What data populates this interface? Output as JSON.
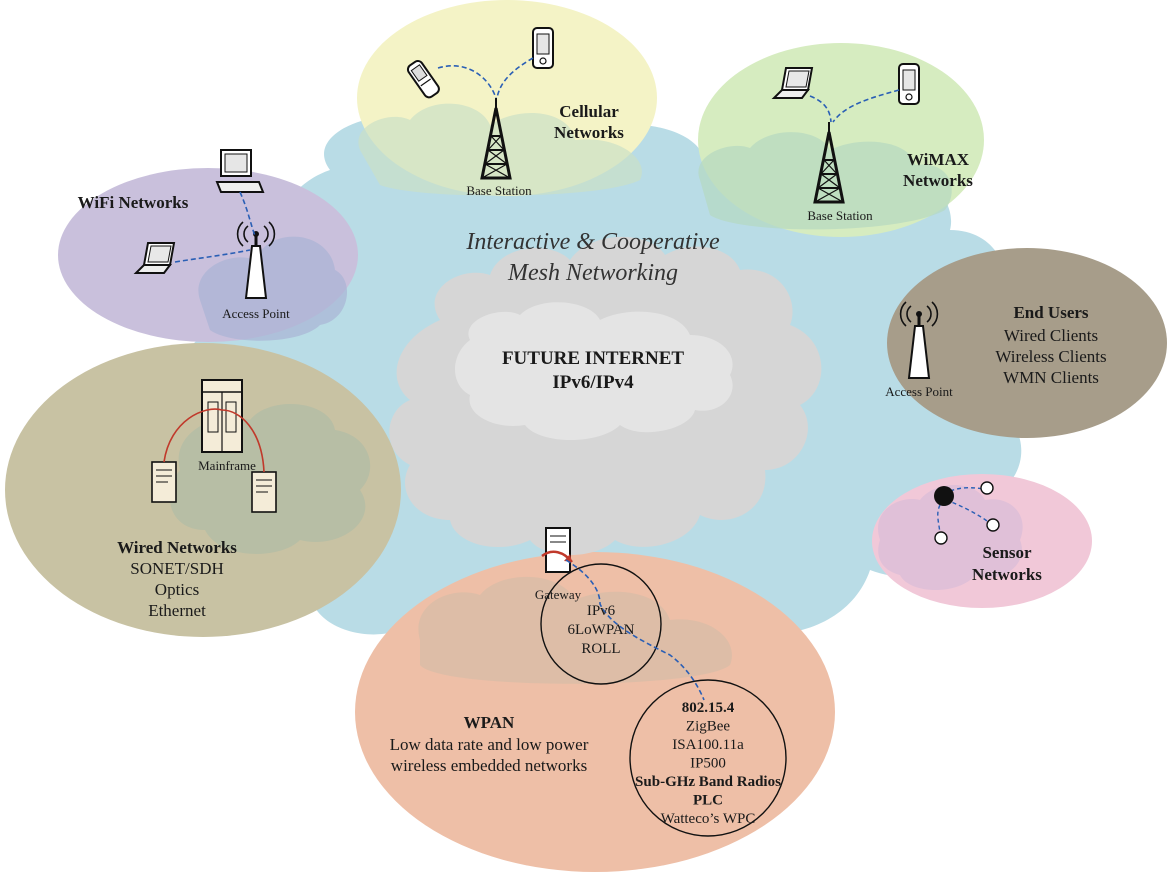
{
  "colors": {
    "mesh_cloud": "#b9dce6",
    "internet_cloud": "#d6d6d6",
    "wifi": "#c9c0dc",
    "cellular": "#f4f3c6",
    "wimax": "#d6ecc0",
    "end_users": "#a79d8a",
    "wired": "#c8c2a3",
    "sensor": "#f1c8d8",
    "wpan": "#eebfa7",
    "link_dashed": "#2a5fb5",
    "link_red": "#c0392b"
  },
  "center": {
    "heading_line1": "Interactive & Cooperative",
    "heading_line2": "Mesh Networking",
    "internet_line1": "FUTURE INTERNET",
    "internet_line2": "IPv6/IPv4"
  },
  "wifi": {
    "title": "WiFi Networks",
    "access_point_label": "Access Point",
    "icons": [
      "desktop-computer-icon",
      "laptop-icon",
      "access-point-icon"
    ]
  },
  "cellular": {
    "title_line1": "Cellular",
    "title_line2": "Networks",
    "base_station_label": "Base Station",
    "icons": [
      "flip-phone-icon",
      "smartphone-icon",
      "cell-tower-icon"
    ]
  },
  "wimax": {
    "title_line1": "WiMAX",
    "title_line2": "Networks",
    "base_station_label": "Base Station",
    "icons": [
      "laptop-icon",
      "smartphone-icon",
      "cell-tower-icon"
    ]
  },
  "end_users": {
    "title": "End Users",
    "lines": [
      "Wired Clients",
      "Wireless Clients",
      "WMN Clients"
    ],
    "access_point_label": "Access Point"
  },
  "wired": {
    "title": "Wired Networks",
    "lines": [
      "SONET/SDH",
      "Optics",
      "Ethernet"
    ],
    "mainframe_label": "Mainframe",
    "icons": [
      "mainframe-icon",
      "server-icon"
    ]
  },
  "sensor": {
    "title_line1": "Sensor",
    "title_line2": "Networks",
    "icons": [
      "sensor-node-icon"
    ]
  },
  "wpan": {
    "title": "WPAN",
    "desc_line1": "Low data rate and low power",
    "desc_line2": "wireless embedded networks",
    "gateway_label": "Gateway",
    "inner_lines": [
      "IPv6",
      "6LoWPAN",
      "ROLL"
    ],
    "radio_lines": [
      {
        "text": "802.15.4",
        "bold": true
      },
      {
        "text": "ZigBee",
        "bold": false
      },
      {
        "text": "ISA100.11a",
        "bold": false
      },
      {
        "text": "IP500",
        "bold": false
      },
      {
        "text": "Sub-GHz Band Radios",
        "bold": true
      },
      {
        "text": "PLC",
        "bold": true
      },
      {
        "text": "Watteco’s WPC",
        "bold": false
      }
    ]
  }
}
